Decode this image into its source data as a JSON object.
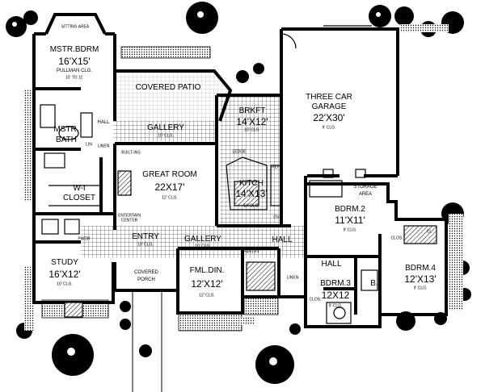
{
  "rooms": {
    "sitting": {
      "name": "SITTING AREA"
    },
    "master_bdrm": {
      "name": "MSTR.BDRM",
      "dim": "16'X15'",
      "note": "PULLMAN CLG.",
      "clg": "10' TO 11'"
    },
    "covered_patio": {
      "name": "COVERED PATIO"
    },
    "garage": {
      "name1": "THREE CAR",
      "name2": "GARAGE",
      "dim": "22'X30'",
      "clg": "9' CLG."
    },
    "brkft": {
      "name": "BRKFT",
      "dim": "14'X12'",
      "clg": "10' CLG."
    },
    "hall_top": {
      "name": "HALL"
    },
    "mstr_bath": {
      "name1": "MSTR.",
      "name2": "BATH"
    },
    "linen_top": {
      "name": "LINEN"
    },
    "lin": {
      "name": "LIN"
    },
    "gallery_top": {
      "name": "GALLERY",
      "clg": "10' CLG."
    },
    "great_room": {
      "name": "GREAT ROOM",
      "dim": "22X17'",
      "clg": "12' CLG."
    },
    "built_ins": {
      "name": "BUILT-INS"
    },
    "ledge": {
      "name": "LEDGE"
    },
    "kitch": {
      "name": "KITCH",
      "dim": "14'X13'",
      "clg": "10' CLG."
    },
    "closet": {
      "name1": "W-I",
      "name2": "CLOSET"
    },
    "entertain": {
      "name1": "ENTERTAIN",
      "name2": "CENTER"
    },
    "bdrm2": {
      "name": "BDRM.2",
      "dim": "11'X11'",
      "clg": "9' CLG."
    },
    "storage": {
      "name1": "STORAGE",
      "name2": "AREA"
    },
    "pwdr": {
      "name": "PWDR"
    },
    "entry": {
      "name": "ENTRY",
      "clg": "10' CLG."
    },
    "gallery_mid": {
      "name": "GALLERY",
      "clg": "10' CLG."
    },
    "hall_mid": {
      "name": "HALL"
    },
    "clos_bd2": {
      "name": "CLOS."
    },
    "cl": {
      "name": "CL"
    },
    "bdrm4": {
      "name": "BDRM.4",
      "dim": "12'X13'",
      "clg": "9' CLG."
    },
    "study": {
      "name": "STUDY",
      "dim": "16'X12'",
      "clg": "10' CLG."
    },
    "covered_porch": {
      "name1": "COVERED",
      "name2": "PORCH"
    },
    "fml_din": {
      "name": "FML.DIN.",
      "dim": "12'X12'",
      "clg": "12' CLG."
    },
    "pantry": {
      "name": "PANTRY"
    },
    "hall_low": {
      "name": "HALL"
    },
    "linen_low": {
      "name": "LINEN"
    },
    "clos_low": {
      "name": "CLOS."
    },
    "bdrm3": {
      "name": "BDRM.3",
      "dim": "12X12",
      "clg": "9' CLG."
    },
    "b": {
      "name": "B."
    },
    "ov": {
      "name": "OV"
    },
    "ref": {
      "name": "REF"
    }
  }
}
